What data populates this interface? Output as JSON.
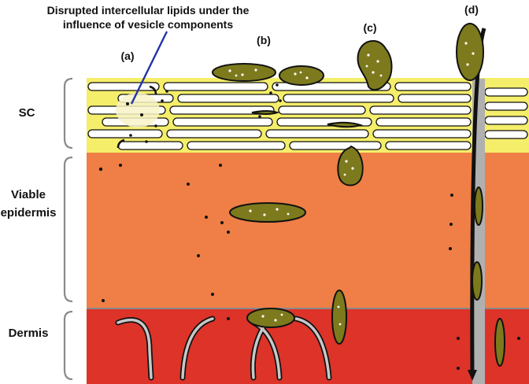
{
  "annotation": {
    "line1": "Disrupted intercellular lipids under the",
    "line2": "influence of vesicle components"
  },
  "markers": {
    "a": "(a)",
    "b": "(b)",
    "c": "(c)",
    "d": "(d)"
  },
  "layers": {
    "sc": "SC",
    "viable_line1": "Viable",
    "viable_line2": "epidermis",
    "dermis": "Dermis"
  },
  "colors": {
    "lipid_matrix": "#f5ee6a",
    "corneocyte": "#ffffff",
    "viable_epidermis": "#ef7f46",
    "dermis": "#dd3328",
    "vesicle": "#7d7a1d",
    "outline": "#111111",
    "pointer": "#2233aa"
  }
}
